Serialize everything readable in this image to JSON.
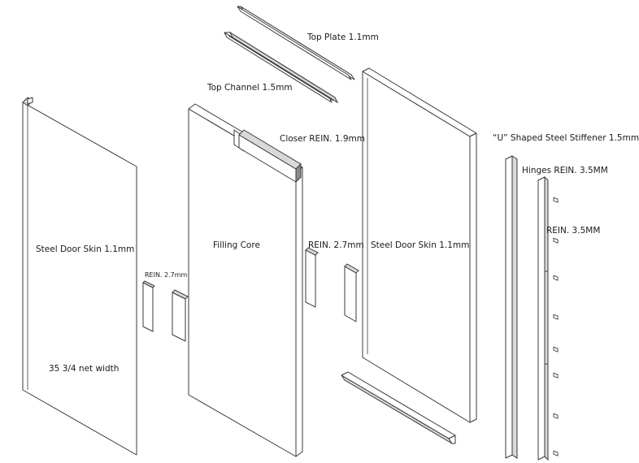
{
  "diagram": {
    "labels": {
      "top_plate": "Top Plate 1.1mm",
      "top_channel": "Top Channel 1.5mm",
      "closer_rein": "Closer REIN. 1.9mm",
      "u_stiffener": "“U” Shaped Steel Stiffener 1.5mm",
      "hinges_rein": "Hinges REIN. 3.5MM",
      "rein_35": "REIN. 3.5MM",
      "door_skin_left": "Steel Door Skin 1.1mm",
      "rein_27_small": "REIN. 2.7mm",
      "filling_core": "Filling Core",
      "rein_27": "REIN. 2.7mm",
      "door_skin_right": "Steel Door Skin 1.1mm",
      "net_width": "35 3/4 net width"
    }
  }
}
